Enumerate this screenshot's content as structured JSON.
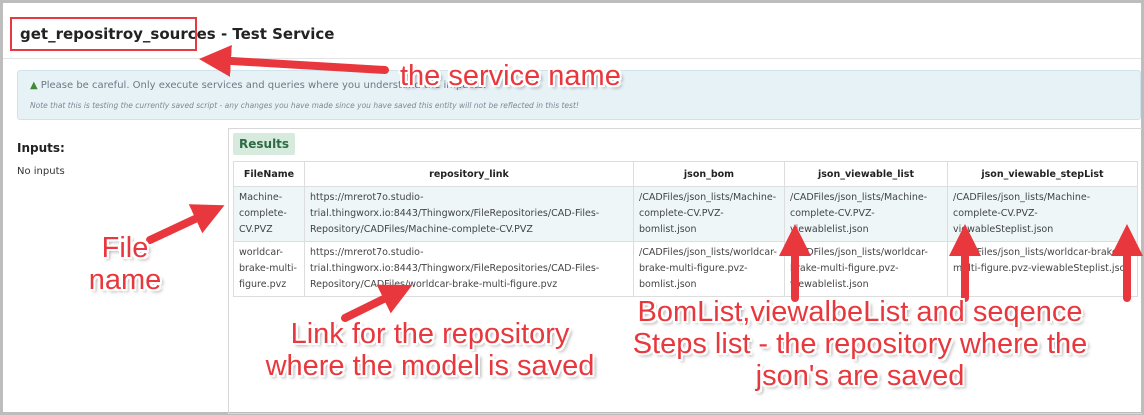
{
  "header": {
    "title": "get_repositroy_sources - Test Service"
  },
  "warning": {
    "icon": "warning-triangle-icon",
    "message": "Please be careful. Only execute services and queries where you understand the impacts.",
    "note": "Note that this is testing the currently saved script - any changes you have made since you have saved this entity will not be reflected in this test!"
  },
  "inputs": {
    "label": "Inputs:",
    "empty": "No inputs"
  },
  "results": {
    "label": "Results",
    "columns": [
      "FileName",
      "repository_link",
      "json_bom",
      "json_viewable_list",
      "json_viewable_stepList"
    ],
    "rows": [
      [
        "Machine-complete-CV.PVZ",
        "https://mrerot7o.studio-trial.thingworx.io:8443/Thingworx/FileRepositories/CAD-Files-Repository/CADFiles/Machine-complete-CV.PVZ",
        "/CADFiles/json_lists/Machine-complete-CV.PVZ-bomlist.json",
        "/CADFiles/json_lists/Machine-complete-CV.PVZ-viewablelist.json",
        "/CADFiles/json_lists/Machine-complete-CV.PVZ-viewableSteplist.json"
      ],
      [
        "worldcar-brake-multi-figure.pvz",
        "https://mrerot7o.studio-trial.thingworx.io:8443/Thingworx/FileRepositories/CAD-Files-Repository/CADFiles/worldcar-brake-multi-figure.pvz",
        "/CADFiles/json_lists/worldcar-brake-multi-figure.pvz-bomlist.json",
        "/CADFiles/json_lists/worldcar-brake-multi-figure.pvz-viewablelist.json",
        "/CADFiles/json_lists/worldcar-brake-multi-figure.pvz-viewableSteplist.json"
      ]
    ]
  },
  "annotations": {
    "service": "the service name",
    "file": "File name",
    "link": "Link for the repository where the model is saved",
    "json": "BomList,viewalbeList and seqence Steps list - the  repository where the json's are saved",
    "color": "#e8383d"
  }
}
